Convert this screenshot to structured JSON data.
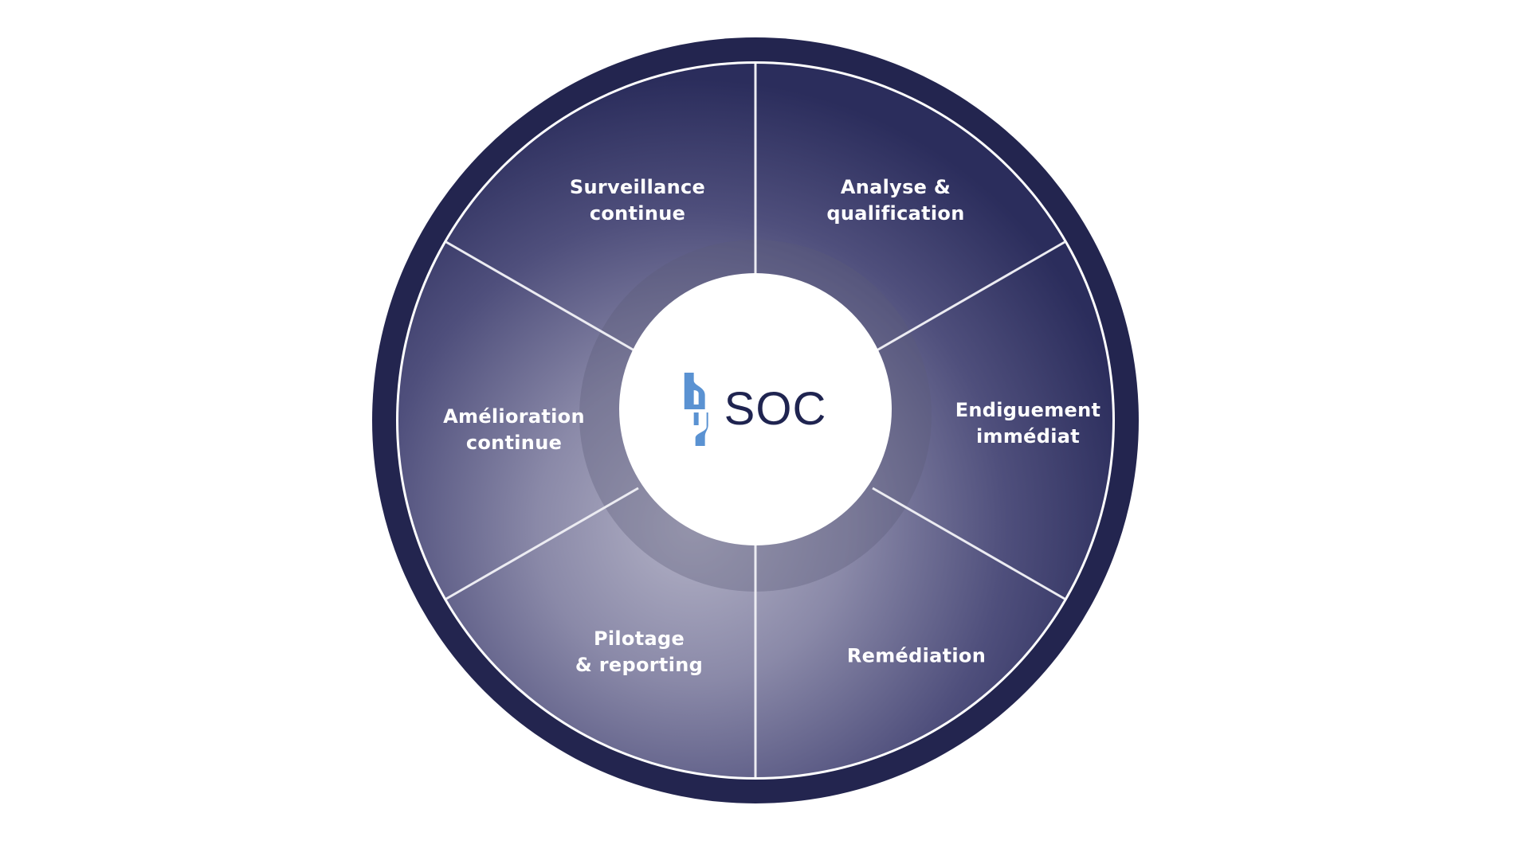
{
  "diagram": {
    "type": "cycle-wheel",
    "center": {
      "title": "SOC",
      "logo_icon": "brand-mark-icon"
    },
    "segments": [
      {
        "label_line1": "Surveillance",
        "label_line2": "continue"
      },
      {
        "label_line1": "Analyse &",
        "label_line2": "qualification"
      },
      {
        "label_line1": "Endiguement",
        "label_line2": "immédiat"
      },
      {
        "label_line1": "Remédiation",
        "label_line2": ""
      },
      {
        "label_line1": "Pilotage",
        "label_line2": "& reporting"
      },
      {
        "label_line1": "Amélioration",
        "label_line2": "continue"
      }
    ]
  },
  "colors": {
    "outer_ring": "#23254f",
    "segment_dark": "#2b2d5c",
    "segment_light": "#a4a3ba",
    "divider": "#ffffff",
    "logo_blue": "#5a92d2",
    "title_text": "#1f2450"
  }
}
